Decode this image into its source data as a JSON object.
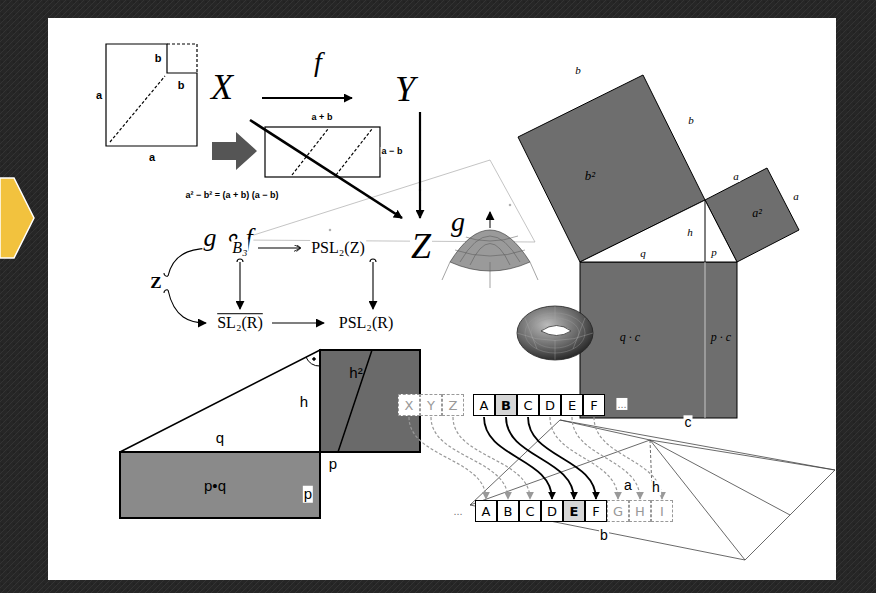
{
  "diagram": {
    "nodes": [
      {
        "text": [
          "X"
        ]
      },
      {
        "text": [
          "Y"
        ]
      },
      {
        "text": [
          "Z"
        ]
      },
      {
        "text": [
          "A"
        ]
      },
      {
        "text": [
          "B"
        ]
      },
      {
        "text": [
          "C"
        ]
      },
      {
        "text": [
          "D"
        ]
      },
      {
        "text": [
          "E"
        ]
      },
      {
        "text": [
          "F"
        ]
      },
      {
        "text": [
          "A"
        ]
      },
      {
        "text": [
          "B"
        ]
      },
      {
        "text": [
          "C"
        ]
      },
      {
        "text": [
          "D"
        ]
      },
      {
        "text": [
          "E"
        ]
      },
      {
        "text": [
          "F"
        ]
      },
      {
        "text": [
          "G"
        ]
      },
      {
        "text": [
          "H"
        ]
      },
      {
        "text": [
          "I"
        ]
      }
    ],
    "edges": [
      {
        "from": 0,
        "to": 9,
        "arrow": "to"
      },
      {
        "from": 1,
        "to": 10,
        "arrow": "to"
      },
      {
        "from": 2,
        "to": 11,
        "arrow": "to"
      },
      {
        "from": 3,
        "to": 12,
        "arrow": "to"
      },
      {
        "from": 4,
        "to": 13,
        "arrow": "to"
      },
      {
        "from": 5,
        "to": 14,
        "arrow": "to"
      },
      {
        "from": 6,
        "to": 15,
        "arrow": "to"
      },
      {
        "from": 7,
        "to": 16,
        "arrow": "to"
      },
      {
        "from": 8,
        "to": 17,
        "arrow": "to"
      }
    ],
    "labels": [
      "a",
      "b",
      "b",
      "a",
      "a + b",
      "a − b",
      "a² − b²  =  (a + b) (a − b)",
      "X",
      "f",
      "Y",
      "g",
      "Z",
      "g ∘ f",
      "Z",
      "B₃",
      "PSL₂(Z)",
      "SL₂(R)",
      "PSL₂(R)",
      "q",
      "h",
      "h²",
      "p",
      "p",
      "p•q",
      "b",
      "b",
      "b²",
      "a",
      "a",
      "a²",
      "q",
      "h",
      "p",
      "q · c",
      "p · c",
      "...",
      "...",
      "c",
      "a",
      "h",
      "b"
    ]
  }
}
